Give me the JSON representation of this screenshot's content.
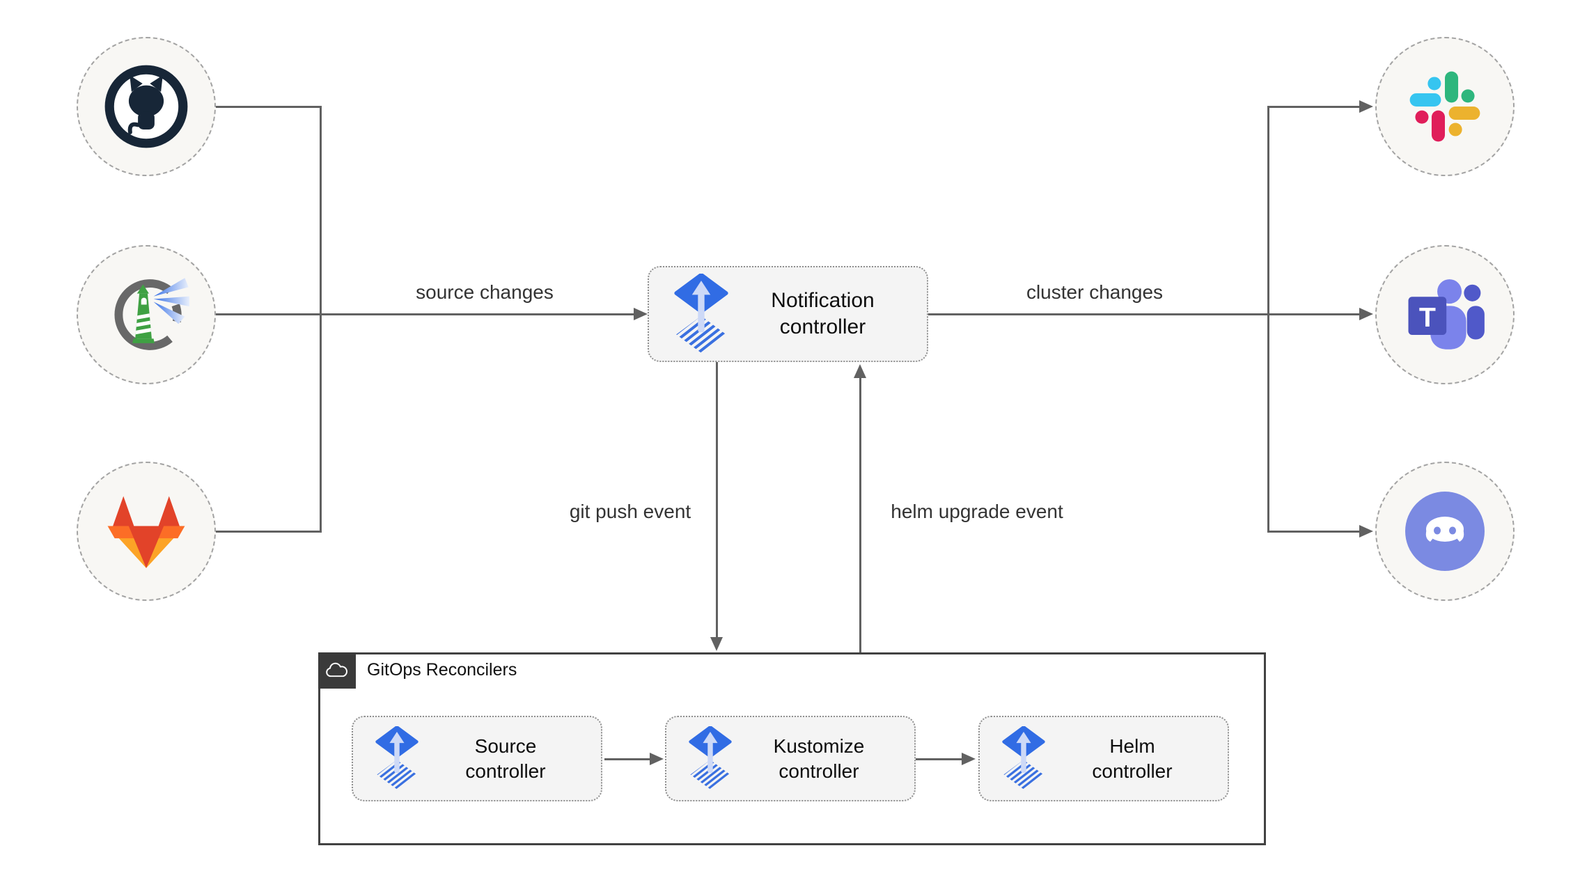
{
  "edge_labels": {
    "source_changes": "source changes",
    "cluster_changes": "cluster changes",
    "git_push_event": "git push event",
    "helm_upgrade_event": "helm upgrade event"
  },
  "group": {
    "title": "GitOps Reconcilers",
    "badge_icon": "cloud-icon"
  },
  "controllers": {
    "notification": {
      "line1": "Notification",
      "line2": "controller",
      "icon": "flux-icon"
    },
    "source": {
      "line1": "Source",
      "line2": "controller",
      "icon": "flux-icon"
    },
    "kustomize": {
      "line1": "Kustomize",
      "line2": "controller",
      "icon": "flux-icon"
    },
    "helm": {
      "line1": "Helm",
      "line2": "controller",
      "icon": "flux-icon"
    }
  },
  "sources": [
    {
      "name": "GitHub",
      "icon": "github-icon"
    },
    {
      "name": "Harbor",
      "icon": "harbor-icon"
    },
    {
      "name": "GitLab",
      "icon": "gitlab-icon"
    }
  ],
  "notification_targets": [
    {
      "name": "Slack",
      "icon": "slack-icon"
    },
    {
      "name": "Microsoft Teams",
      "icon": "teams-icon",
      "letter": "T"
    },
    {
      "name": "Discord",
      "icon": "discord-icon"
    }
  ],
  "colors": {
    "flux_blue": "#316ce4",
    "flux_arrow": "#cdd9f7",
    "line_gray": "#616161",
    "node_fill": "#f4f4f4",
    "circle_fill": "#f8f7f4",
    "github_dark": "#172637",
    "harbor_green": "#3fa143",
    "gitlab_red": "#e24329",
    "gitlab_orange": "#fc6d26",
    "gitlab_light_orange": "#fca326",
    "slack_blue": "#36c5f0",
    "slack_green": "#2eb67d",
    "slack_red": "#e01e5a",
    "slack_yellow": "#ecb22e",
    "teams_indigo": "#4b53bc",
    "teams_light": "#7b83eb",
    "teams_mid": "#5059c9",
    "discord_blurple": "#7b8ae2"
  }
}
